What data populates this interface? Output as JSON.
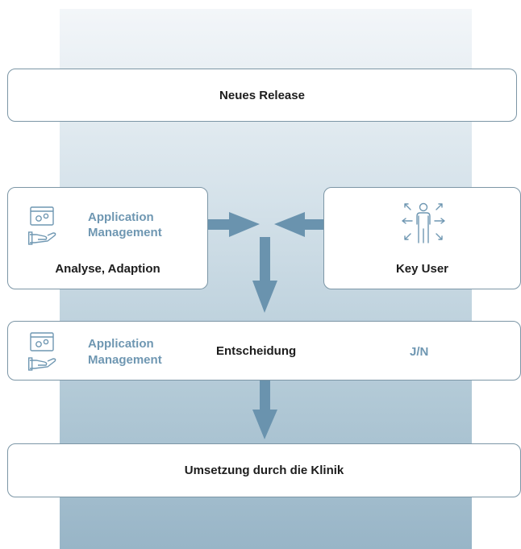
{
  "release_box": {
    "label": "Neues Release"
  },
  "analysis_box": {
    "line1": "Application",
    "line2": "Management",
    "label": "Analyse, Adaption",
    "icon": "application-management-icon"
  },
  "keyuser_box": {
    "label": "Key User",
    "icon": "key-user-icon"
  },
  "decision_box": {
    "line1": "Application",
    "line2": "Management",
    "label": "Entscheidung",
    "answer": "J/N",
    "icon": "application-management-icon"
  },
  "implementation_box": {
    "label": "Umsetzung durch die Klinik"
  },
  "colors": {
    "accent": "#6f97b2",
    "arrow": "#6a93ae",
    "border": "#7c96a6",
    "text": "#1d1d1d"
  }
}
